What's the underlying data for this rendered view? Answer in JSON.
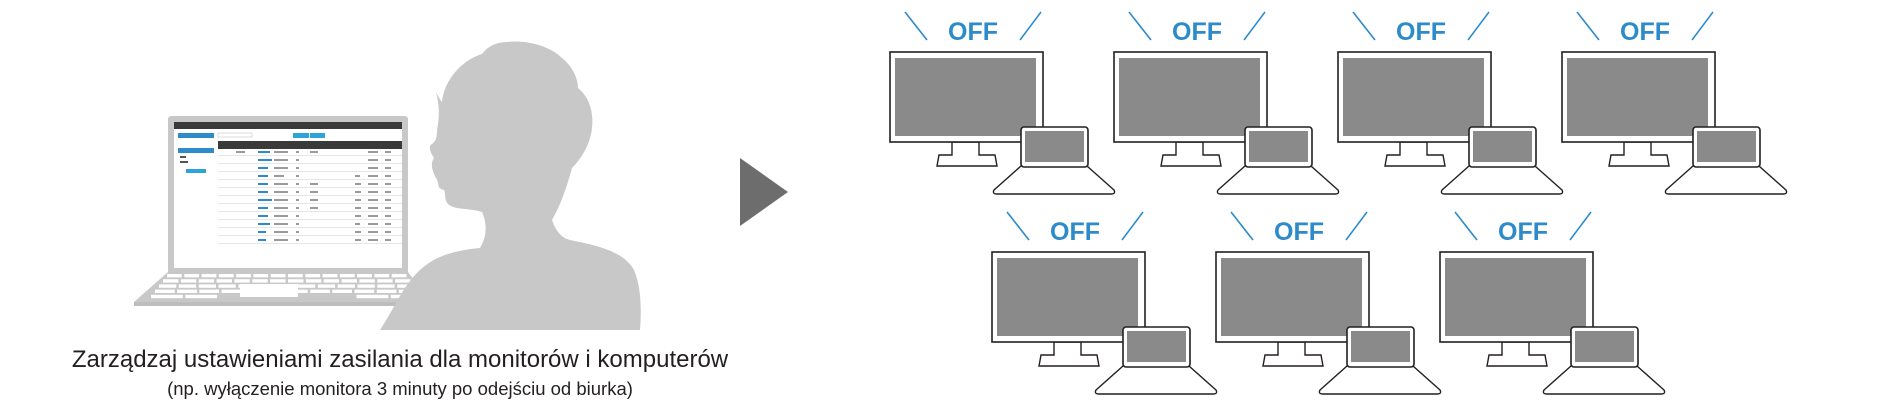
{
  "caption": {
    "main": "Zarządzaj ustawieniami zasilania dla monitorów i komputerów",
    "sub": "(np. wyłączenie monitora 3 minuty po odejściu od biurka)"
  },
  "devices": [
    {
      "status": "OFF"
    },
    {
      "status": "OFF"
    },
    {
      "status": "OFF"
    },
    {
      "status": "OFF"
    },
    {
      "status": "OFF"
    },
    {
      "status": "OFF"
    },
    {
      "status": "OFF"
    }
  ],
  "colors": {
    "accent": "#2e8bc9",
    "silhouette": "#c8c8c8",
    "screen_off": "#8a8a8a",
    "arrow": "#6d6d6d",
    "outline": "#231f20"
  },
  "icons": {
    "arrow": "arrow-right-icon",
    "person": "person-silhouette-icon",
    "laptop": "laptop-icon",
    "monitor": "monitor-icon"
  }
}
